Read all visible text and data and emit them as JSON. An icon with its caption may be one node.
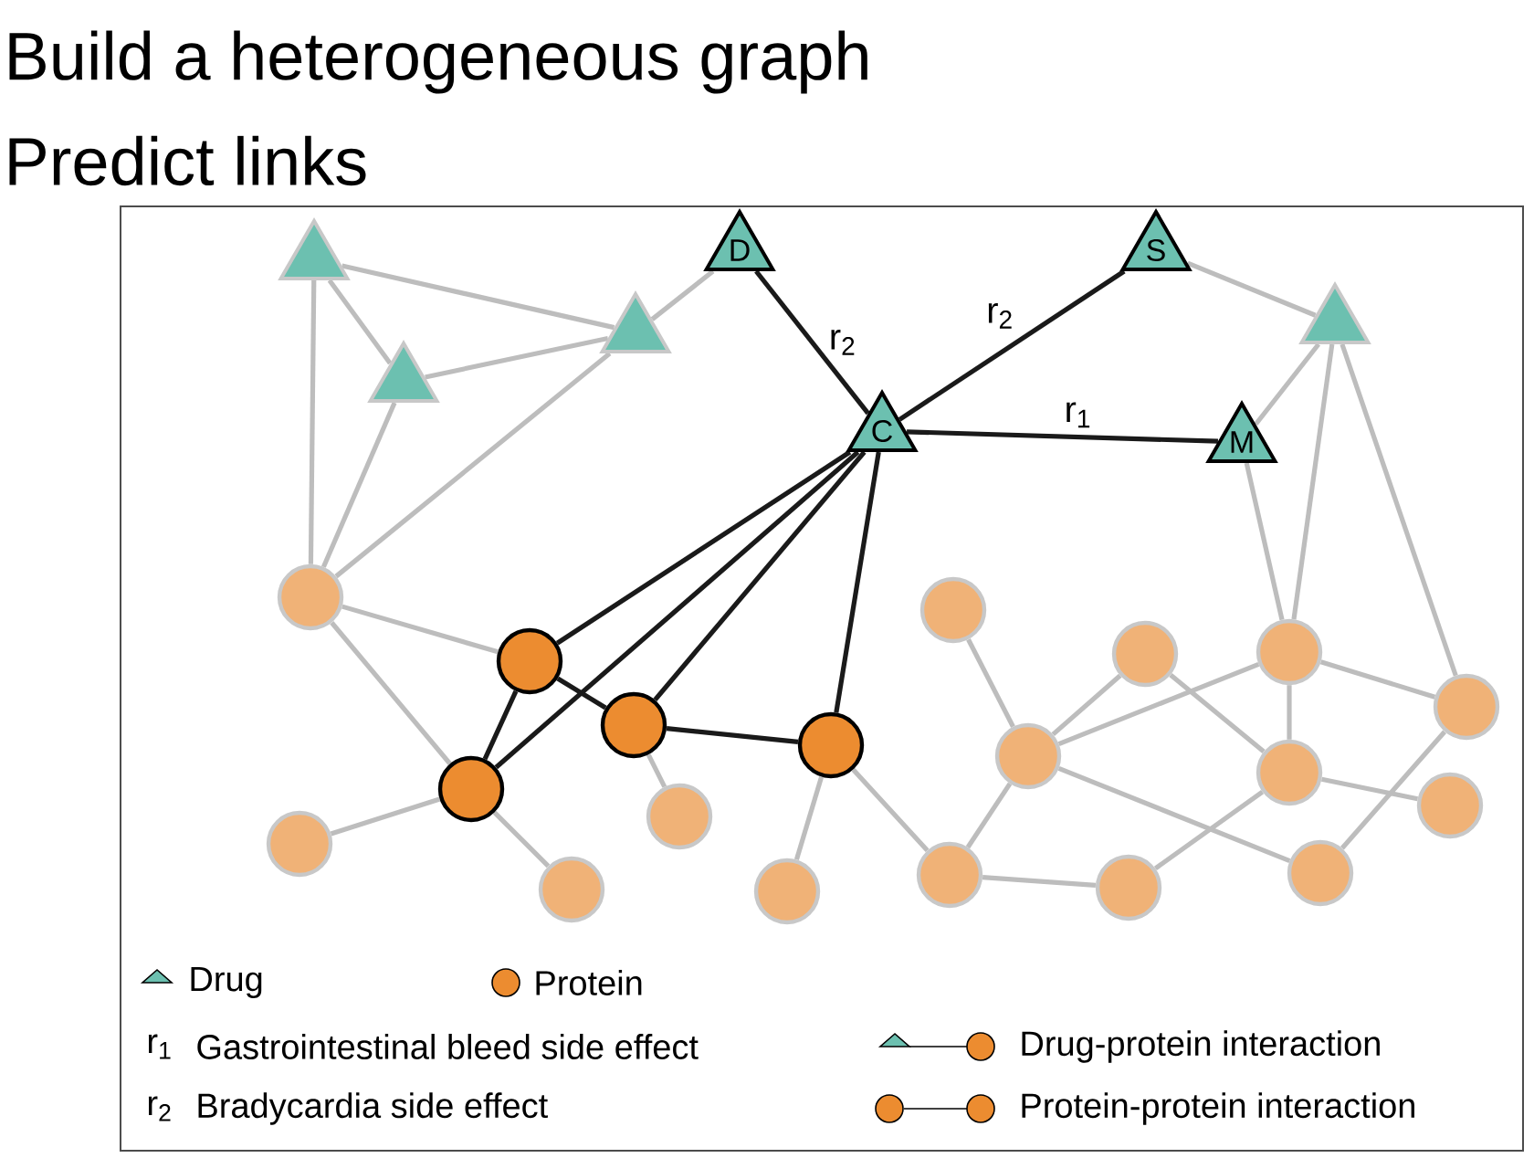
{
  "diagram": {
    "title": "Build a heterogeneous graph",
    "nodes": [
      {
        "text": [],
        "shape": "triangle"
      },
      {
        "text": [
          "D"
        ]
      },
      {
        "text": [
          "S"
        ]
      },
      {
        "text": [],
        "shape": "triangle"
      },
      {
        "text": [],
        "shape": "triangle"
      },
      {
        "text": [],
        "shape": "triangle"
      },
      {
        "text": [
          "C"
        ]
      },
      {
        "text": [
          "M"
        ]
      },
      {
        "text": [],
        "shape": "circle"
      },
      {
        "text": [],
        "shape": "circle"
      },
      {
        "text": [],
        "shape": "circle"
      },
      {
        "text": [],
        "shape": "circle"
      },
      {
        "text": [],
        "shape": "circle"
      },
      {
        "text": [],
        "shape": "circle"
      },
      {
        "text": [],
        "shape": "circle"
      },
      {
        "text": [],
        "shape": "circle"
      },
      {
        "text": [],
        "shape": "circle"
      },
      {
        "text": [],
        "shape": "circle"
      },
      {
        "text": [],
        "shape": "circle"
      },
      {
        "text": [],
        "shape": "circle"
      },
      {
        "text": [],
        "shape": "circle"
      },
      {
        "text": [],
        "shape": "circle"
      },
      {
        "text": [],
        "shape": "circle"
      },
      {
        "text": [],
        "shape": "circle"
      },
      {
        "text": [],
        "shape": "circle"
      },
      {
        "text": [],
        "shape": "circle"
      },
      {
        "text": [],
        "shape": "circle"
      }
    ],
    "edges": [
      {
        "from": 0,
        "to": 4,
        "arrow": "none"
      },
      {
        "from": 0,
        "to": 5,
        "arrow": "none"
      },
      {
        "from": 0,
        "to": 8,
        "arrow": "none"
      },
      {
        "from": 5,
        "to": 4,
        "arrow": "none"
      },
      {
        "from": 5,
        "to": 8,
        "arrow": "none"
      },
      {
        "from": 4,
        "to": 8,
        "arrow": "none"
      },
      {
        "from": 4,
        "to": 1,
        "arrow": "none"
      },
      {
        "from": 2,
        "to": 3,
        "arrow": "none"
      },
      {
        "from": 7,
        "to": 3,
        "arrow": "none"
      },
      {
        "from": 3,
        "to": 12,
        "arrow": "none"
      },
      {
        "from": 3,
        "to": 13,
        "arrow": "none"
      },
      {
        "from": 7,
        "to": 12,
        "arrow": "none"
      },
      {
        "from": 8,
        "to": 10,
        "arrow": "none"
      },
      {
        "from": 8,
        "to": 18,
        "arrow": "none"
      },
      {
        "from": 18,
        "to": 21,
        "arrow": "none"
      },
      {
        "from": 18,
        "to": 24,
        "arrow": "none"
      },
      {
        "from": 14,
        "to": 20,
        "arrow": "none"
      },
      {
        "from": 15,
        "to": 25,
        "arrow": "none"
      },
      {
        "from": 15,
        "to": 22,
        "arrow": "none"
      },
      {
        "from": 9,
        "to": 16,
        "arrow": "none"
      },
      {
        "from": 16,
        "to": 11,
        "arrow": "none"
      },
      {
        "from": 16,
        "to": 12,
        "arrow": "none"
      },
      {
        "from": 16,
        "to": 22,
        "arrow": "none"
      },
      {
        "from": 16,
        "to": 23,
        "arrow": "none"
      },
      {
        "from": 11,
        "to": 17,
        "arrow": "none"
      },
      {
        "from": 12,
        "to": 17,
        "arrow": "none"
      },
      {
        "from": 12,
        "to": 13,
        "arrow": "none"
      },
      {
        "from": 17,
        "to": 19,
        "arrow": "none"
      },
      {
        "from": 17,
        "to": 26,
        "arrow": "none"
      },
      {
        "from": 22,
        "to": 26,
        "arrow": "none"
      },
      {
        "from": 13,
        "to": 23,
        "arrow": "none"
      },
      {
        "from": 6,
        "to": 1,
        "arrow": "none",
        "label": "r$_{2}$",
        "color": "#1a1a1a"
      },
      {
        "from": 6,
        "to": 2,
        "arrow": "none",
        "label": "r$_{2}$",
        "color": "#1a1a1a"
      },
      {
        "from": 6,
        "to": 7,
        "arrow": "none",
        "label": "r$_{1}$",
        "color": "#1a1a1a"
      },
      {
        "from": 6,
        "to": 10,
        "arrow": "none",
        "color": "#1a1a1a"
      },
      {
        "from": 6,
        "to": 14,
        "arrow": "none",
        "color": "#1a1a1a"
      },
      {
        "from": 6,
        "to": 15,
        "arrow": "none",
        "color": "#1a1a1a"
      },
      {
        "from": 6,
        "to": 18,
        "arrow": "none",
        "color": "#1a1a1a"
      },
      {
        "from": 10,
        "to": 18,
        "arrow": "none",
        "color": "#1a1a1a"
      },
      {
        "from": 10,
        "to": 14,
        "arrow": "none",
        "color": "#1a1a1a"
      },
      {
        "from": 14,
        "to": 15,
        "arrow": "none",
        "color": "#1a1a1a"
      }
    ],
    "labels": [
      "Predict links",
      "r$_{1}$",
      "Gastrointestinal bleed side effect",
      "r$_{2}$",
      "Bradycardia side effect"
    ],
    "legend": [
      {
        "text": "Drug"
      },
      {
        "text": "Protein"
      },
      {
        "text": "Drug-protein interaction"
      },
      {
        "text": "Protein-protein interaction"
      }
    ]
  }
}
